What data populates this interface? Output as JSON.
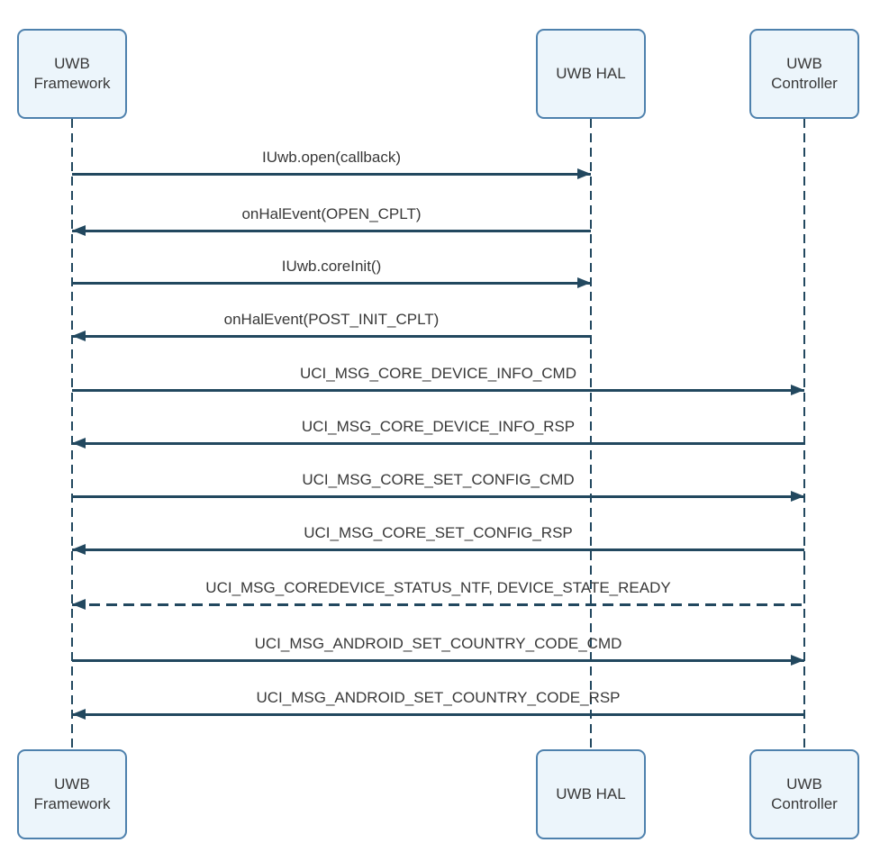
{
  "diagram": {
    "type": "uml-sequence-diagram",
    "colors": {
      "background": "#ffffff",
      "box_fill": "#ecf5fb",
      "box_border": "#4e81ad",
      "line": "#22485f",
      "text": "#383838"
    },
    "actors": [
      {
        "id": "uwb-framework",
        "label": "UWB Framework",
        "lines": [
          "UWB",
          "Framework"
        ]
      },
      {
        "id": "uwb-hal",
        "label": "UWB HAL",
        "lines": [
          "UWB HAL"
        ]
      },
      {
        "id": "uwb-controller",
        "label": "UWB Controller",
        "lines": [
          "UWB",
          "Controller"
        ]
      }
    ],
    "messages": [
      {
        "from": "uwb-framework",
        "to": "uwb-hal",
        "style": "solid",
        "label": "IUwb.open(callback)"
      },
      {
        "from": "uwb-hal",
        "to": "uwb-framework",
        "style": "solid",
        "label": "onHalEvent(OPEN_CPLT)"
      },
      {
        "from": "uwb-framework",
        "to": "uwb-hal",
        "style": "solid",
        "label": "IUwb.coreInit()"
      },
      {
        "from": "uwb-hal",
        "to": "uwb-framework",
        "style": "solid",
        "label": "onHalEvent(POST_INIT_CPLT)"
      },
      {
        "from": "uwb-framework",
        "to": "uwb-controller",
        "style": "solid",
        "label": "UCI_MSG_CORE_DEVICE_INFO_CMD"
      },
      {
        "from": "uwb-controller",
        "to": "uwb-framework",
        "style": "solid",
        "label": "UCI_MSG_CORE_DEVICE_INFO_RSP"
      },
      {
        "from": "uwb-framework",
        "to": "uwb-controller",
        "style": "solid",
        "label": "UCI_MSG_CORE_SET_CONFIG_CMD"
      },
      {
        "from": "uwb-controller",
        "to": "uwb-framework",
        "style": "solid",
        "label": "UCI_MSG_CORE_SET_CONFIG_RSP"
      },
      {
        "from": "uwb-controller",
        "to": "uwb-framework",
        "style": "dashed",
        "label": "UCI_MSG_COREDEVICE_STATUS_NTF, DEVICE_STATE_READY"
      },
      {
        "from": "uwb-framework",
        "to": "uwb-controller",
        "style": "solid",
        "label": "UCI_MSG_ANDROID_SET_COUNTRY_CODE_CMD"
      },
      {
        "from": "uwb-controller",
        "to": "uwb-framework",
        "style": "solid",
        "label": "UCI_MSG_ANDROID_SET_COUNTRY_CODE_RSP"
      }
    ]
  }
}
